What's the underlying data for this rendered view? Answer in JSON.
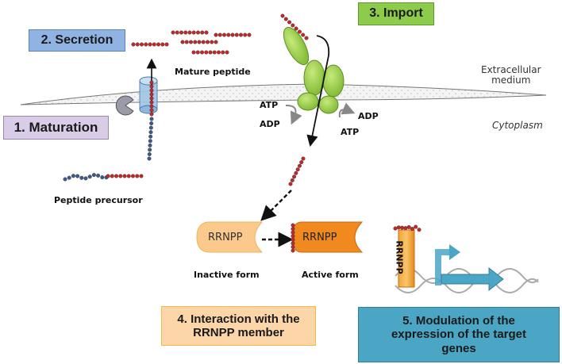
{
  "steps": {
    "maturation": "1. Maturation",
    "secretion": "2. Secretion",
    "import": "3. Import",
    "interaction_line1": "4. Interaction with the",
    "interaction_line2": "RRNPP member",
    "modulation_line1": "5. Modulation of the",
    "modulation_line2": "expression of the target",
    "modulation_line3": "genes"
  },
  "labels": {
    "mature_peptide": "Mature peptide",
    "peptide_precursor": "Peptide precursor",
    "extracellular_line1": "Extracellular",
    "extracellular_line2": "medium",
    "cytoplasm": "Cytoplasm",
    "atp_left": "ATP",
    "adp_left": "ADP",
    "adp_right": "ADP",
    "atp_right": "ATP",
    "rrnpp_inactive": "RRNPP",
    "rrnpp_active": "RRNPP",
    "rrnpp_dna": "RRNPP",
    "inactive_form": "Inactive form",
    "active_form": "Active form"
  },
  "colors": {
    "maturation_box": "#d9cce6",
    "secretion_box": "#8fb4e3",
    "import_box": "#8ccc4a",
    "interaction_box": "#fcd5a8",
    "modulation_box": "#4aa6c4",
    "peptide_red": "#c0282a",
    "precursor_blue": "#3a5a88",
    "transporter_green": "#9ccf45",
    "rrnpp_inactive": "#fbc88a",
    "rrnpp_active": "#f08a1e"
  }
}
